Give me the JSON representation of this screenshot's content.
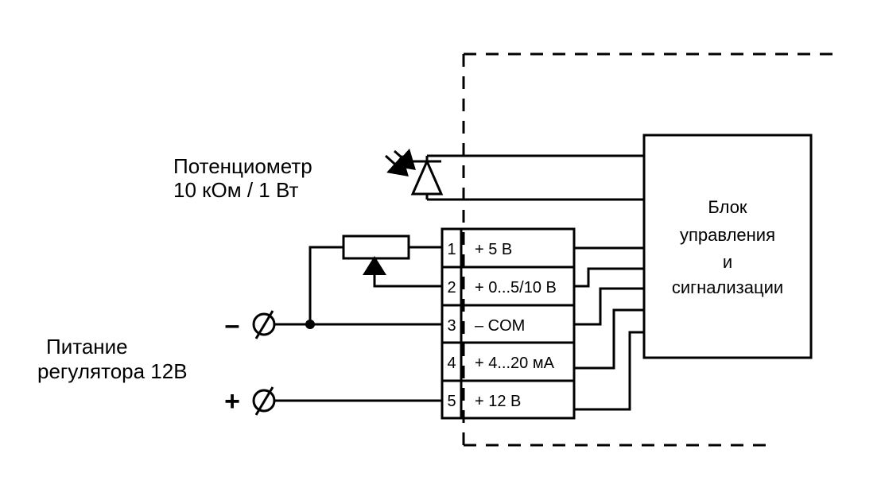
{
  "labels": {
    "potentiometer_line1": "Потенциометр",
    "potentiometer_line2": "10 кОм / 1 Вт",
    "power_line1": "Питание",
    "power_line2": "регулятора 12В",
    "block_line1": "Блок",
    "block_line2": "управления",
    "block_line3": "и",
    "block_line4": "сигнализации",
    "minus_sign": "–",
    "plus_sign": "+"
  },
  "terminals": [
    {
      "num": "1",
      "label": "+  5 В"
    },
    {
      "num": "2",
      "label": "+ 0...5/10 В"
    },
    {
      "num": "3",
      "label": "–  COM"
    },
    {
      "num": "4",
      "label": "+  4...20 мА"
    },
    {
      "num": "5",
      "label": "+ 12 В"
    }
  ]
}
